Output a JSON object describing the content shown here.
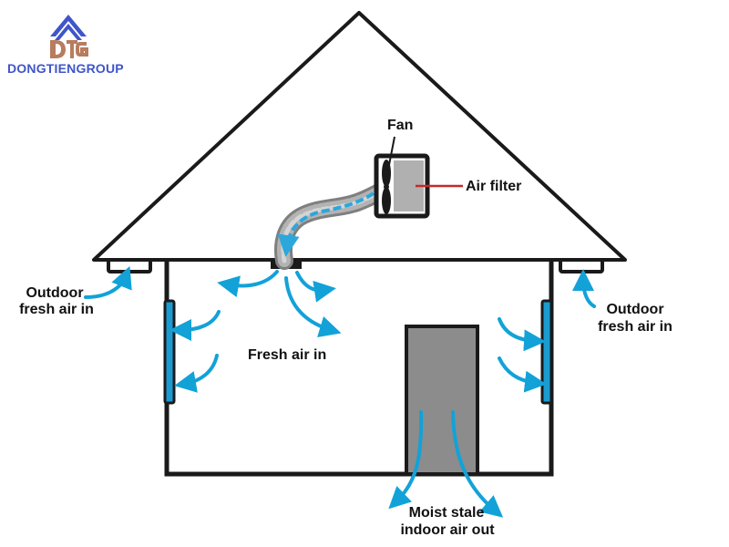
{
  "logo": {
    "text": "DONGTIENGROUP",
    "colors": {
      "primary": "#3f55c9",
      "secondary": "#b87c5e"
    },
    "icon": "dtg-monogram-logo"
  },
  "labels": {
    "fan": "Fan",
    "air_filter": "Air filter",
    "outdoor_left_line1": "Outdoor",
    "outdoor_left_line2": "fresh air in",
    "outdoor_right_line1": "Outdoor",
    "outdoor_right_line2": "fresh air in",
    "fresh_air_in": "Fresh air in",
    "moist_line1": "Moist stale",
    "moist_line2": "indoor air out"
  },
  "colors": {
    "outline": "#1a1a1a",
    "airflow_arrow": "#12a2d8",
    "window": "#1b9bd2",
    "door": "#8c8c8c",
    "filter": "#b0b0b0",
    "duct": "#9a9a9a",
    "pointer_line": "#c62828"
  }
}
